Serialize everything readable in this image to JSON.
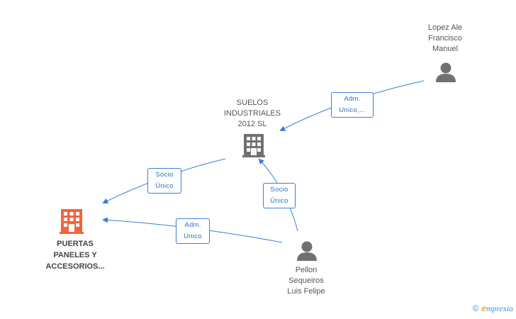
{
  "nodes": {
    "puertas": {
      "label": "PUERTAS\nPANELES Y\nACCESORIOS..."
    },
    "suelos": {
      "label": "SUELOS\nINDUSTRIALES\n2012 SL"
    },
    "lopez": {
      "label": "Lopez Ale\nFrancisco\nManuel"
    },
    "pellon": {
      "label": "Pellon\nSequeiros\nLuis Felipe"
    }
  },
  "edges": {
    "lopez_suelos": {
      "label": "Adm.\nUnico,..."
    },
    "suelos_puertas": {
      "label": "Socio\nÚnico"
    },
    "pellon_suelos": {
      "label": "Socio\nÚnico"
    },
    "pellon_puertas": {
      "label": "Adm.\nUnico"
    }
  },
  "brand": {
    "copyright": "©",
    "initial": "e",
    "rest": "mpresia"
  },
  "colors": {
    "edge": "#3a7fd5",
    "company_main": "#f2643a",
    "company": "#707070",
    "person": "#707070"
  }
}
